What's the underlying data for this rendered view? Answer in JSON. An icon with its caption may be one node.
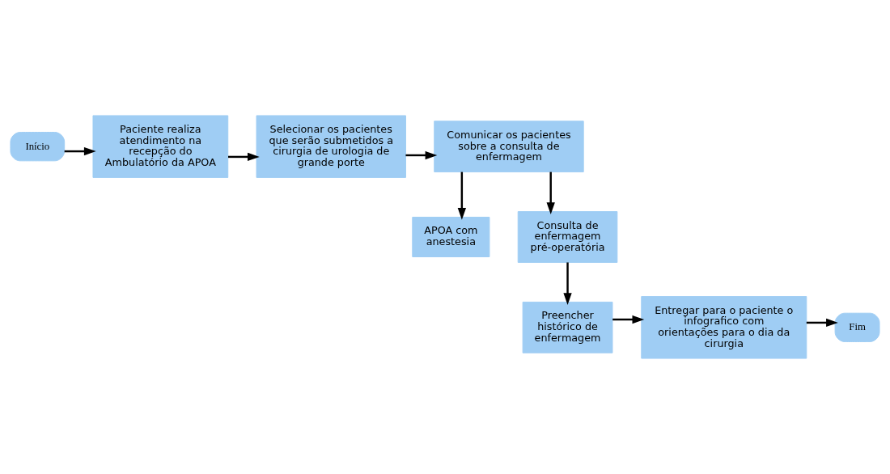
{
  "diagram": {
    "nodes": [
      {
        "text": [
          "Início"
        ]
      },
      {
        "text": [
          "Paciente realiza atendimento na recepção do Ambulatório da APOA"
        ]
      },
      {
        "text": [
          "Selecionar os pacientes que serão submetidos a cirurgia de urologia de grande porte"
        ]
      },
      {
        "text": [
          "Comunicar os pacientes sobre a consulta de enfermagem"
        ]
      },
      {
        "text": [
          "APOA com anestesia"
        ]
      },
      {
        "text": [
          "Consulta de enfermagem pré-operatória"
        ]
      },
      {
        "text": [
          "Preencher histórico de enfermagem"
        ]
      },
      {
        "text": [
          "Entregar para o paciente o infografico com orientações para o dia da cirurgia"
        ]
      },
      {
        "text": [
          "Fim"
        ]
      }
    ],
    "edges": [
      {
        "from": 0,
        "to": 1,
        "arrow": "to"
      },
      {
        "from": 1,
        "to": 2,
        "arrow": "to"
      },
      {
        "from": 2,
        "to": 3,
        "arrow": "to"
      },
      {
        "from": 3,
        "to": 4,
        "arrow": "to"
      },
      {
        "from": 3,
        "to": 5,
        "arrow": "to"
      },
      {
        "from": 5,
        "to": 6,
        "arrow": "to"
      },
      {
        "from": 6,
        "to": 7,
        "arrow": "to"
      },
      {
        "from": 7,
        "to": 8,
        "arrow": "to"
      }
    ]
  }
}
